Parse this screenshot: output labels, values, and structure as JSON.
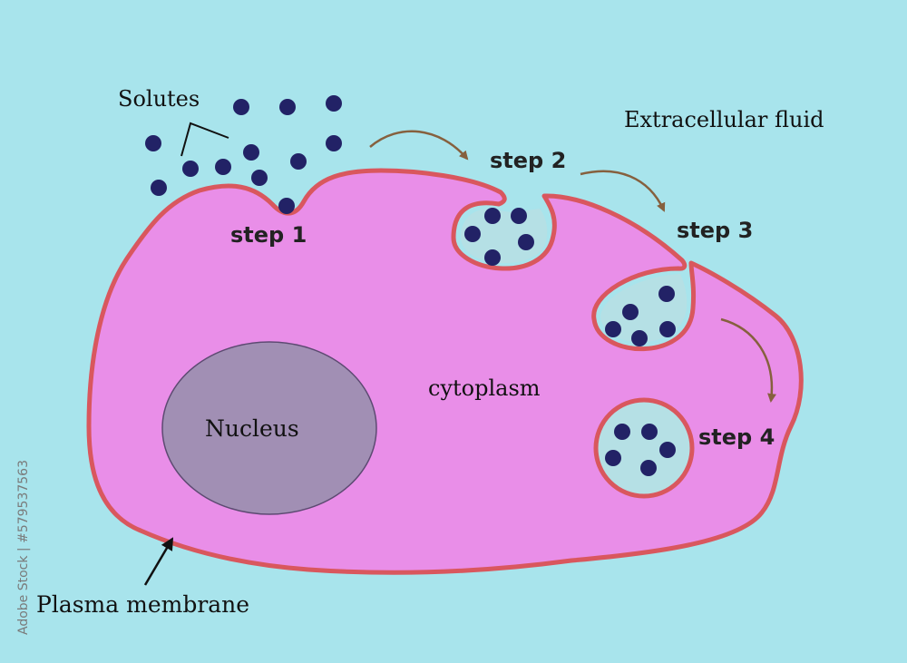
{
  "diagram": {
    "labels": {
      "solutes": "Solutes",
      "extracellular": "Extracellular fluid",
      "cytoplasm": "cytoplasm",
      "nucleus": "Nucleus",
      "plasma_membrane": "Plasma membrane"
    },
    "steps": [
      "step 1",
      "step 2",
      "step 3",
      "step 4"
    ]
  },
  "watermark": {
    "text": "Adobe Stock | #579537563"
  },
  "colors": {
    "background": "#a8e4ec",
    "cytoplasm": "#e98ee8",
    "membrane": "#d9575e",
    "nucleus": "#a18fb4",
    "solute": "#222266",
    "vesicle_fill": "#b5e0e5",
    "arrow": "#86603e"
  }
}
